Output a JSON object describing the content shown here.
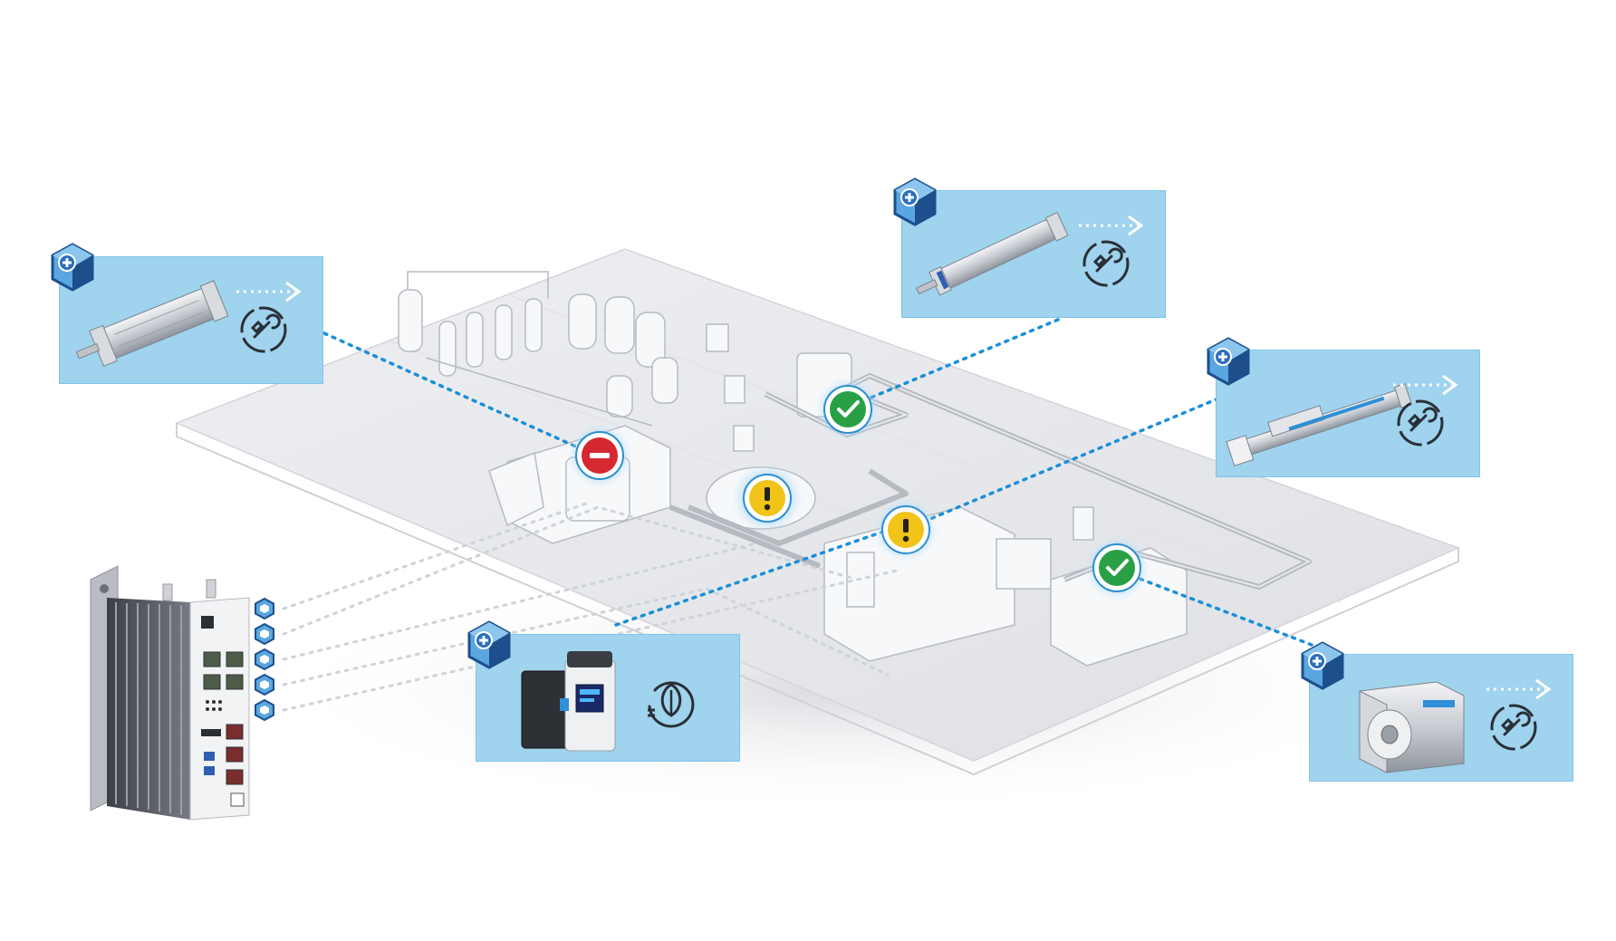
{
  "colors": {
    "card": "#9fd3ee",
    "connector_blue": "#1a8fd8",
    "connector_grey": "#cfd3d8",
    "floor": "#e9eaee",
    "status_error": "#d62830",
    "status_warning": "#f2c318",
    "status_ok": "#2aa046",
    "badge_dark": "#1d4f8c",
    "badge_light": "#5aa6e0"
  },
  "statuses": [
    {
      "id": "filler",
      "state": "error",
      "icon": "minus-icon"
    },
    {
      "id": "conveyor-top",
      "state": "ok",
      "icon": "check-icon"
    },
    {
      "id": "rotary-unit",
      "state": "warning",
      "icon": "exclamation-icon"
    },
    {
      "id": "packaging",
      "state": "warning",
      "icon": "exclamation-icon"
    },
    {
      "id": "end-of-line",
      "state": "ok",
      "icon": "check-icon"
    }
  ],
  "cards": [
    {
      "id": "profile-cylinder",
      "product": "profile-cylinder",
      "service": "maintenance-wrench-icon"
    },
    {
      "id": "round-cylinder",
      "product": "round-cylinder",
      "service": "maintenance-wrench-icon"
    },
    {
      "id": "linear-axis",
      "product": "electric-linear-axis",
      "service": "maintenance-wrench-icon"
    },
    {
      "id": "energy-module",
      "product": "energy-efficiency-module",
      "service": "energy-leaf-plug-icon"
    },
    {
      "id": "compact-cylinder",
      "product": "compact-cylinder",
      "service": "maintenance-wrench-icon"
    }
  ],
  "gateway": {
    "product": "edge-gateway-controller",
    "port_icons": 5
  }
}
